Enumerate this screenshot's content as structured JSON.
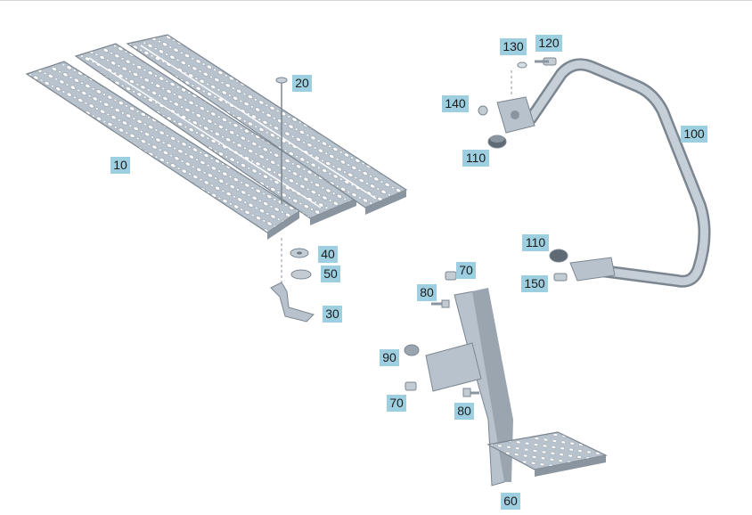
{
  "diagram": {
    "callouts": [
      {
        "id": "10",
        "text": "10"
      },
      {
        "id": "20",
        "text": "20"
      },
      {
        "id": "30",
        "text": "30"
      },
      {
        "id": "40",
        "text": "40"
      },
      {
        "id": "50",
        "text": "50"
      },
      {
        "id": "60",
        "text": "60"
      },
      {
        "id": "70a",
        "text": "70"
      },
      {
        "id": "70b",
        "text": "70"
      },
      {
        "id": "80a",
        "text": "80"
      },
      {
        "id": "80b",
        "text": "80"
      },
      {
        "id": "90",
        "text": "90"
      },
      {
        "id": "100",
        "text": "100"
      },
      {
        "id": "110a",
        "text": "110"
      },
      {
        "id": "110b",
        "text": "110"
      },
      {
        "id": "120",
        "text": "120"
      },
      {
        "id": "130",
        "text": "130"
      },
      {
        "id": "140",
        "text": "140"
      },
      {
        "id": "150",
        "text": "150"
      }
    ],
    "colors": {
      "part_fill": "#b8c2cc",
      "part_dark": "#8a959f",
      "part_stroke": "#7b8690",
      "callout_bg": "#9dcfe0"
    }
  }
}
